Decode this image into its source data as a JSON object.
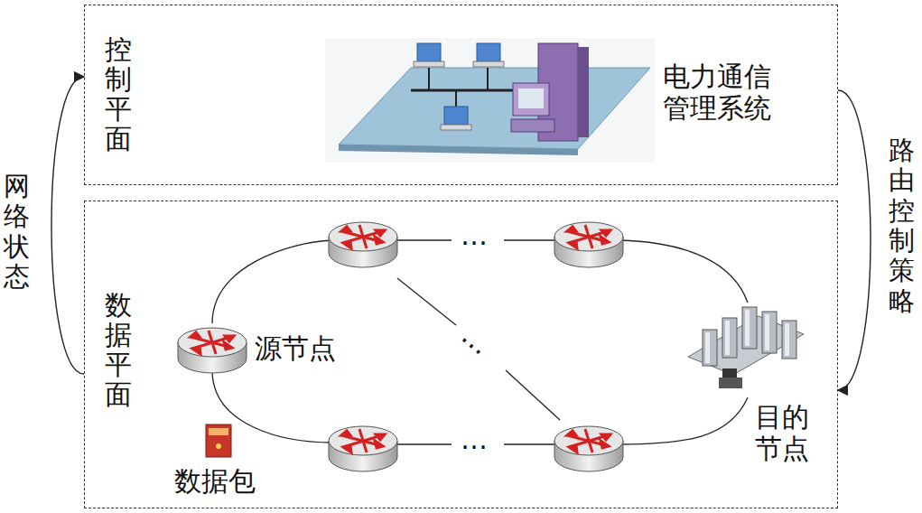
{
  "diagram": {
    "nodes": [
      {
        "text": [
          "控制平面"
        ]
      },
      {
        "text": [
          "数据平面"
        ]
      },
      {
        "text": [
          "电力通信管理系统"
        ],
        "in": 0
      },
      {
        "text": [
          "源节点"
        ],
        "in": 1
      },
      {
        "text": [
          "目的节点"
        ],
        "in": 1
      }
    ],
    "edges": [
      {
        "from": 1,
        "to": 0,
        "arrow": "to",
        "label": "网络状态"
      },
      {
        "from": 0,
        "to": 1,
        "arrow": "to",
        "label": "路由控制策略"
      }
    ],
    "labels": [
      "数据包",
      "…",
      "…",
      "…"
    ]
  }
}
